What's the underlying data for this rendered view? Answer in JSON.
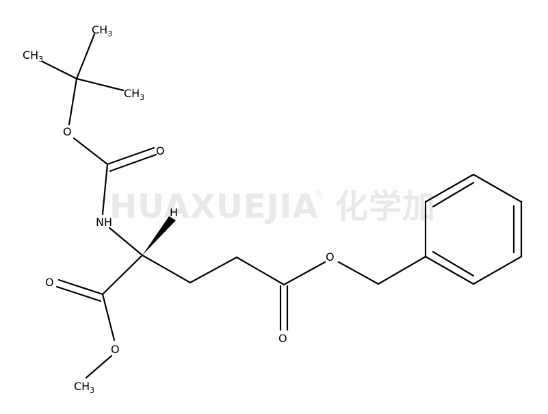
{
  "watermark": {
    "brand": "HUAXUEJIA",
    "registered_mark": "®",
    "chinese": "化学加"
  },
  "atoms": {
    "ch3_top": {
      "main": "CH",
      "sub": "3"
    },
    "ch3_left": {
      "main": "CH",
      "sub": "3"
    },
    "ch3_right": {
      "main": "CH",
      "sub": "3"
    },
    "o_tbu": "O",
    "o_carbonyl_boc": "O",
    "nh": "NH",
    "h_stereo": "H",
    "o_ester_carbonyl": "O",
    "o_ester_methoxy": "O",
    "ch3_methoxy": {
      "main": "CH",
      "sub": "3"
    },
    "o_benzyl_ether": "O",
    "o_benzyl_carbonyl": "O"
  }
}
